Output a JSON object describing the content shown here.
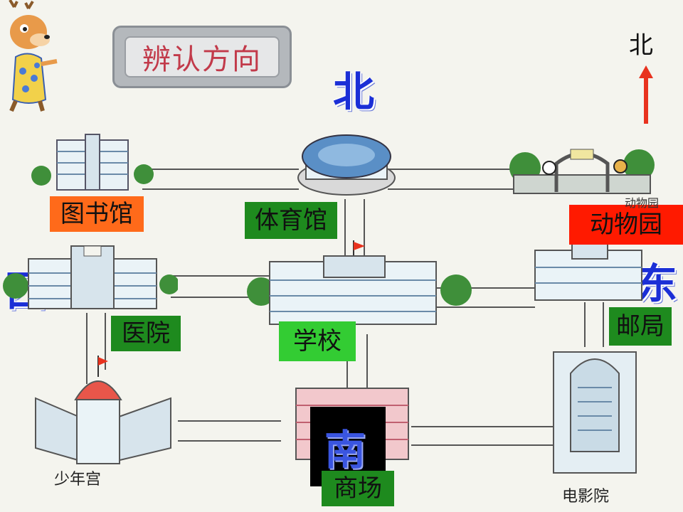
{
  "title": "辨认方向",
  "compass": {
    "north": "北",
    "south": "南",
    "east": "东",
    "west": "西"
  },
  "north_indicator": "北",
  "labels": {
    "library": "图书馆",
    "gym": "体育馆",
    "zoo": "动物园",
    "hospital": "医院",
    "school": "学校",
    "post_office": "邮局",
    "mall": "商场"
  },
  "captions": {
    "youth_palace": "少年宫",
    "cinema": "电影院",
    "zoo_partial": "动物园"
  },
  "colors": {
    "orange_label": "#ff6a1a",
    "dark_green_label": "#1e8a1e",
    "light_green_label": "#33cc33",
    "red_label": "#ff1a00",
    "direction_blue": "#1b2fd6",
    "north_arrow": "#e8321e"
  }
}
